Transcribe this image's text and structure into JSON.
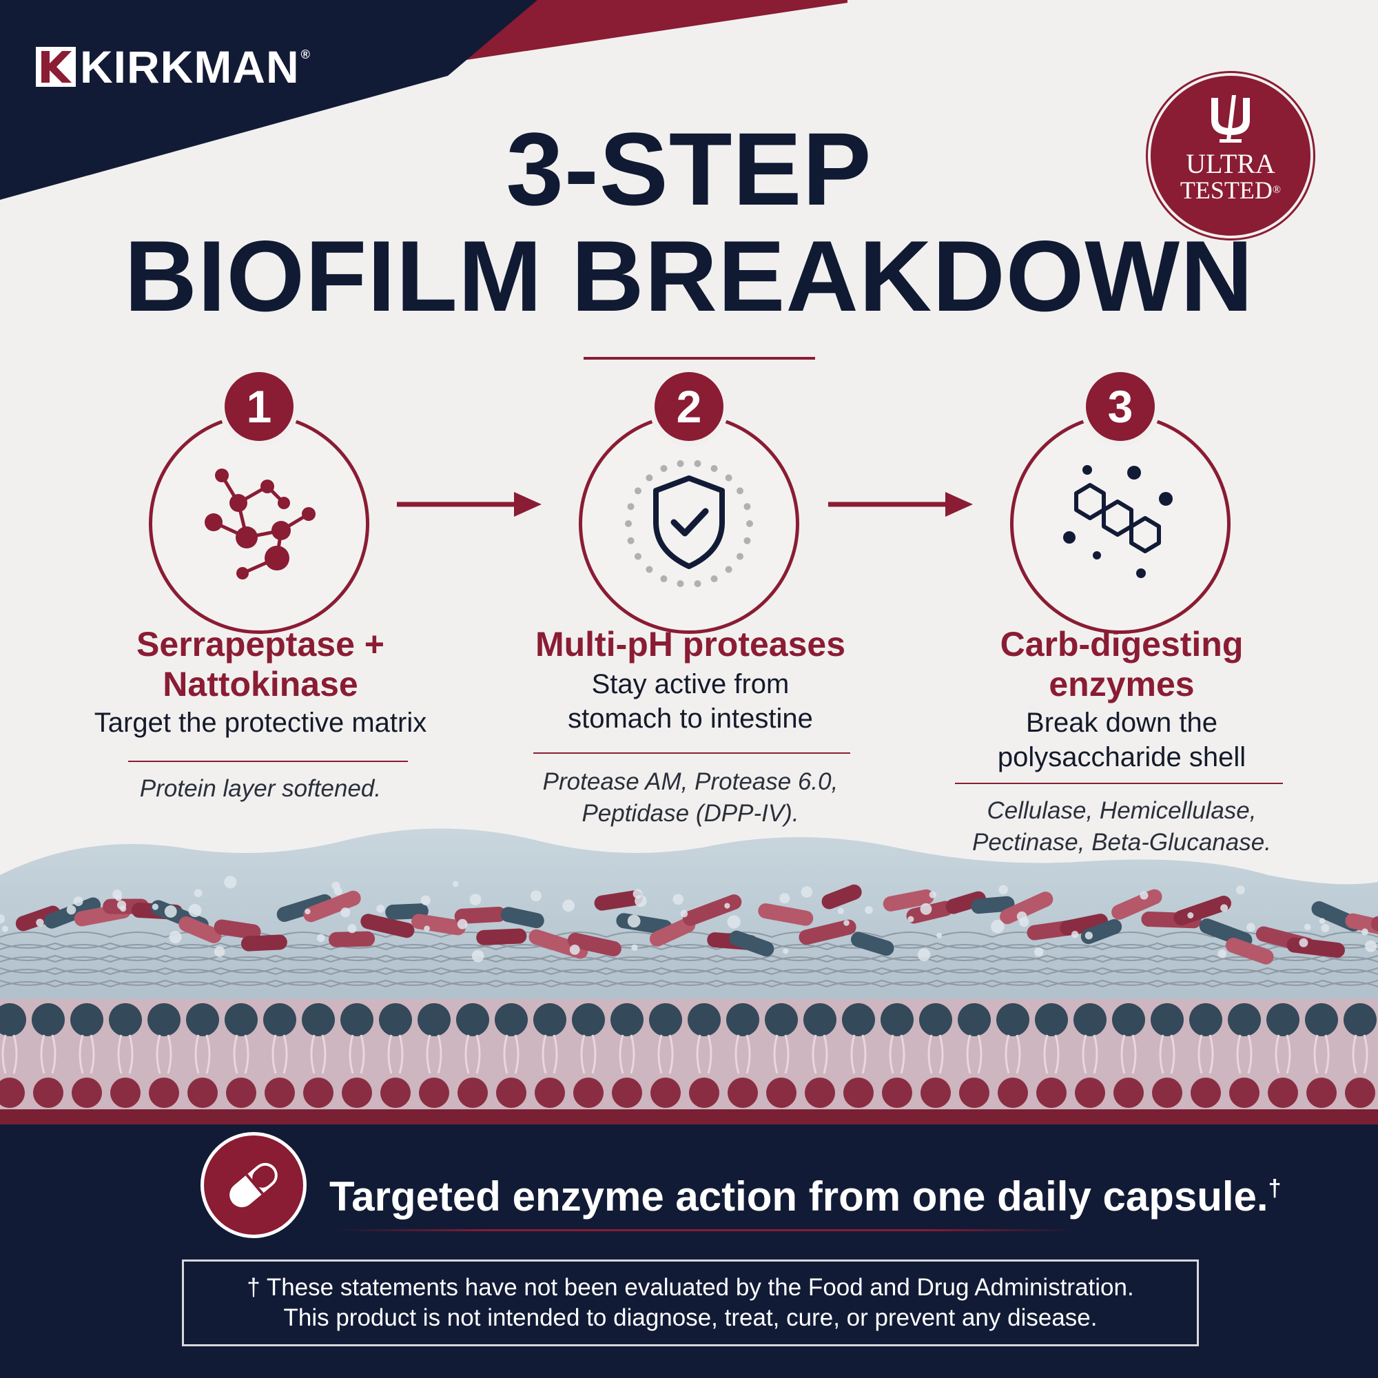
{
  "brand": {
    "name": "KIRKMAN",
    "registered": "®"
  },
  "seal": {
    "line1": "ULTRA",
    "line2": "TESTED",
    "mark": "®"
  },
  "title": {
    "line1": "3-STEP",
    "line2": "BIOFILM BREAKDOWN"
  },
  "steps": [
    {
      "number": "1",
      "heading_line1": "Serrapeptase +",
      "heading_line2": "Nattokinase",
      "desc_line1": "Target the protective matrix",
      "desc_line2": "",
      "note_line1": "Protein layer softened.",
      "note_line2": "",
      "icon": "molecule-network-icon"
    },
    {
      "number": "2",
      "heading_line1": "Multi-pH proteases",
      "heading_line2": "",
      "desc_line1": "Stay active from",
      "desc_line2": "stomach to intestine",
      "note_line1": "Protease AM, Protease 6.0,",
      "note_line2": "Peptidase (DPP-IV).",
      "icon": "shield-check-icon"
    },
    {
      "number": "3",
      "heading_line1": "Carb-digesting",
      "heading_line2": "enzymes",
      "desc_line1": "Break down the",
      "desc_line2": "polysaccharide shell",
      "note_line1": "Cellulase, Hemicellulase,",
      "note_line2": "Pectinase, Beta-Glucanase.",
      "icon": "hexagon-chain-icon"
    }
  ],
  "footer": {
    "tagline": "Targeted enzyme action from one daily capsule.",
    "tagline_mark": "†",
    "disclaimer_line1": "† These statements have not been evaluated by the Food and Drug Administration.",
    "disclaimer_line2": "This product is not intended to diagnose, treat, cure, or prevent any disease."
  },
  "colors": {
    "navy": "#121b36",
    "maroon": "#8a1c33",
    "background": "#f1f0ef",
    "text_dark": "#101a33"
  }
}
